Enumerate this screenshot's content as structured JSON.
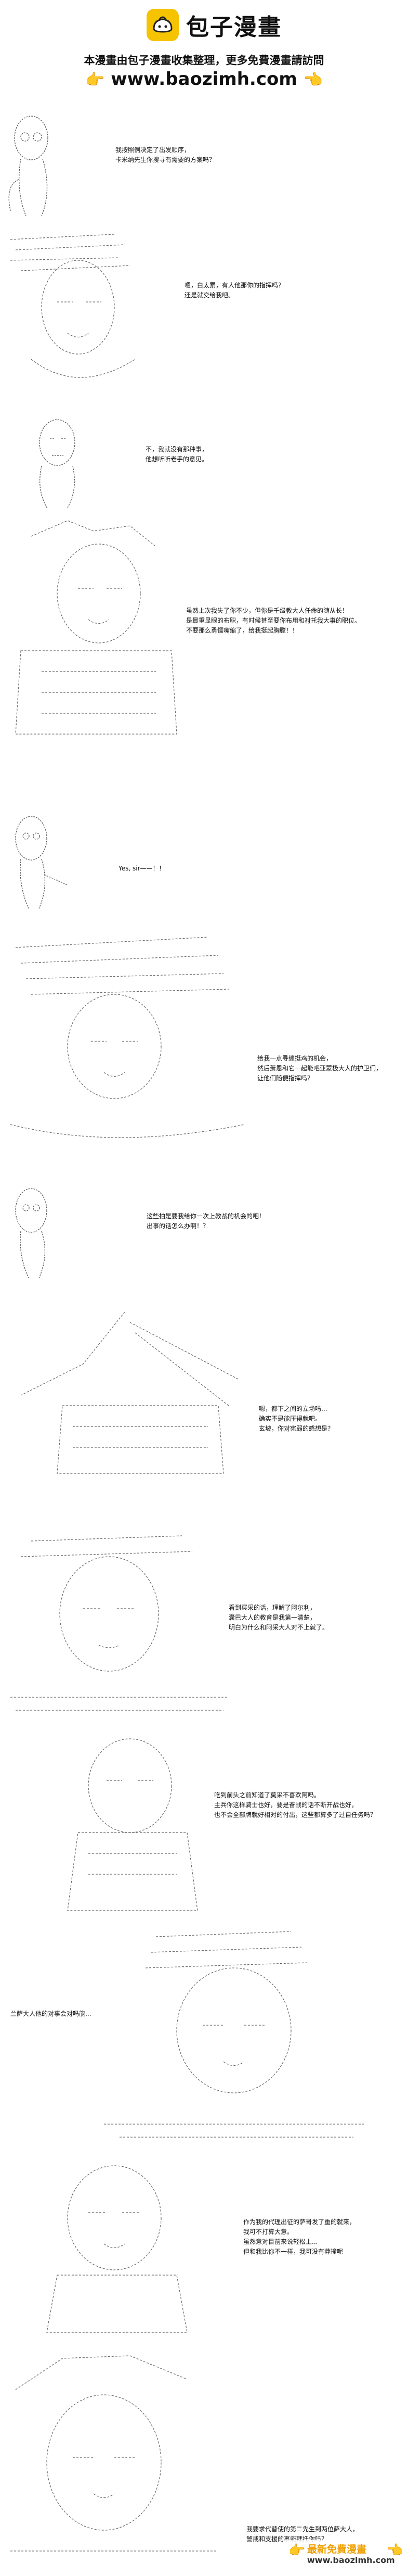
{
  "banner": {
    "logo_text": "包子漫畫",
    "tagline": "本漫畫由包子漫畫收集整理，更多免費漫畫請訪問",
    "site": "www.baozimh.com",
    "hand_left": "👉",
    "hand_right": "👈"
  },
  "panels": [
    {
      "lines": [
        "我按照例决定了出发顺序，",
        "卡米纳先生你搜寻有需要的方案吗？"
      ]
    },
    {
      "lines": [
        "嗯，白太累，有人他那你的指挥吗？",
        "还是就交给我吧。"
      ]
    },
    {
      "lines": [
        "不，我就没有那种事，",
        "他想听听老手的意见。"
      ]
    },
    {
      "lines": [
        "虽然上次我失了你不少，但你是壬级教大人任命的随从长！",
        "是最重显眼的布职，有时候甚至要你布用和衬托我大事的职位。",
        "不要那么勇懦嘴缩了，给我挺起胸膛！！"
      ]
    },
    {
      "lines": [
        "Yes, sir——！！"
      ]
    },
    {
      "lines": [
        "给我一点寻缠挺鸡的机会，",
        "然后萧恩和它一起能吧亚蒙极大人的护卫们，",
        "让他们随便指挥吗？"
      ]
    },
    {
      "lines": [
        "这些拍是要我给你一次上教战的机会的吧！",
        "出事的话怎么办啊！？"
      ]
    },
    {
      "lines": [
        "嗯，都下之间的立场吗...",
        "确实不是能压得就吧。",
        "玄坡，你对宪弱的感想是？"
      ]
    },
    {
      "lines": [
        "看到冥采的话，理解了阿尔利，",
        "囊巴大人的教育是我第一清楚，",
        "明白为什么和阿采大人对不上就了。"
      ]
    },
    {
      "lines": [
        "吃到前头之前知道了莫采不喜欢阿吗。",
        "主兵你这样骑士也好，要是奋战的话不断开战也好，",
        "也不会全部牌就好相对的付出，这些都算多了过自任务吗？"
      ]
    },
    {
      "lines": [
        "兰萨大人他的对事会对吗能..."
      ]
    },
    {
      "lines": [
        "作为我的代理出征的萨哥发了重的就来，",
        "我可不打算大意。",
        "虽然意对目前来说轻松上...",
        "但和我比你不一样，我可没有莽撞呢"
      ]
    },
    {
      "lines": [
        "我要求代替使的第二先生到两位萨大人，",
        "警戒和支援的事能拜托你吗？"
      ]
    }
  ],
  "watermark": {
    "line1": "最新免費漫畫",
    "line2": "www.baozimh.com"
  }
}
